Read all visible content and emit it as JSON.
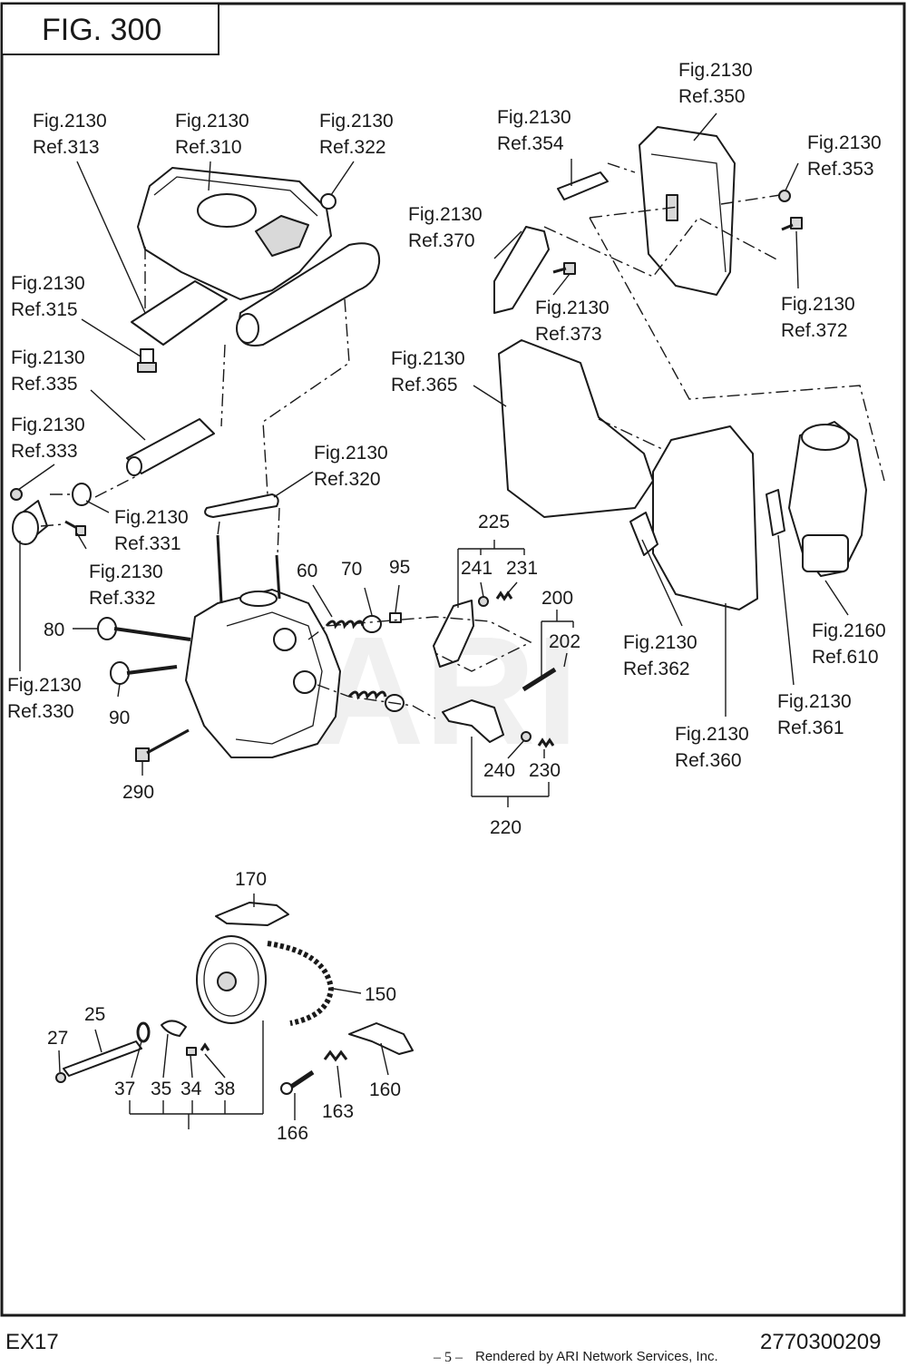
{
  "figure_title": "FIG.  300",
  "watermark": "ARI",
  "footer": {
    "model": "EX17",
    "page": "– 5 –",
    "credit": "Rendered by ARI Network Services, Inc.",
    "part_number": "2770300209"
  },
  "callouts": {
    "r313": [
      "Fig.2130",
      "Ref.313"
    ],
    "r310": [
      "Fig.2130",
      "Ref.310"
    ],
    "r322": [
      "Fig.2130",
      "Ref.322"
    ],
    "r354": [
      "Fig.2130",
      "Ref.354"
    ],
    "r350": [
      "Fig.2130",
      "Ref.350"
    ],
    "r353": [
      "Fig.2130",
      "Ref.353"
    ],
    "r370": [
      "Fig.2130",
      "Ref.370"
    ],
    "r373": [
      "Fig.2130",
      "Ref.373"
    ],
    "r372": [
      "Fig.2130",
      "Ref.372"
    ],
    "r315": [
      "Fig.2130",
      "Ref.315"
    ],
    "r335": [
      "Fig.2130",
      "Ref.335"
    ],
    "r365": [
      "Fig.2130",
      "Ref.365"
    ],
    "r333": [
      "Fig.2130",
      "Ref.333"
    ],
    "r320": [
      "Fig.2130",
      "Ref.320"
    ],
    "r331": [
      "Fig.2130",
      "Ref.331"
    ],
    "r332": [
      "Fig.2130",
      "Ref.332"
    ],
    "r330": [
      "Fig.2130",
      "Ref.330"
    ],
    "r362": [
      "Fig.2130",
      "Ref.362"
    ],
    "r360": [
      "Fig.2130",
      "Ref.360"
    ],
    "r361": [
      "Fig.2130",
      "Ref.361"
    ],
    "r610": [
      "Fig.2160",
      "Ref.610"
    ]
  },
  "numbers": {
    "n225": "225",
    "n241": "241",
    "n231": "231",
    "n200": "200",
    "n202": "202",
    "n60": "60",
    "n70": "70",
    "n95": "95",
    "n80": "80",
    "n90": "90",
    "n290": "290",
    "n240": "240",
    "n230": "230",
    "n220": "220",
    "n170": "170",
    "n150": "150",
    "n25": "25",
    "n27": "27",
    "n37": "37",
    "n35": "35",
    "n34": "34",
    "n38": "38",
    "n160": "160",
    "n163": "163",
    "n166": "166"
  }
}
